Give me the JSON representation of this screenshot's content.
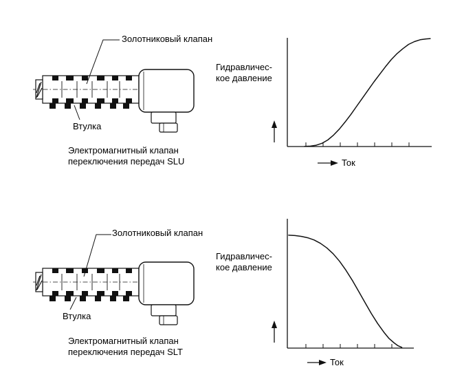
{
  "page": {
    "background": "#ffffff",
    "line_color": "#111111",
    "description": "Technical manual diagram of SLU and SLT shift solenoid valves with hydraulic pressure vs current graphs"
  },
  "texts": {
    "slu": {
      "spool_label": "Золотниковый клапан",
      "sleeve_label": "Втулка",
      "caption": "Электромагнитный клапан\nпереключения передач SLU",
      "ylabel": "Гидравличес-\nкое давление",
      "xlabel": "Ток"
    },
    "slt": {
      "spool_label": "Золотниковый клапан",
      "sleeve_label": "Втулка",
      "caption": "Электромагнитный клапан\nпереключения передач SLT",
      "ylabel": "Гидравличес-\nкое давление",
      "xlabel": "Ток"
    }
  },
  "chart_data": [
    {
      "type": "line",
      "name": "slu-pressure-vs-current",
      "title": "",
      "xlabel": "Ток",
      "ylabel": "Гидравлическое давление",
      "axis_ticks": "unlabeled tick marks on x-axis",
      "trend": "increasing S-curve: pressure rises with current",
      "x_range": [
        0,
        1
      ],
      "y_range": [
        0,
        1
      ],
      "points": [
        [
          0.12,
          0.002
        ],
        [
          0.16,
          0.004
        ],
        [
          0.2,
          0.012
        ],
        [
          0.24,
          0.03
        ],
        [
          0.28,
          0.06
        ],
        [
          0.32,
          0.105
        ],
        [
          0.36,
          0.16
        ],
        [
          0.4,
          0.225
        ],
        [
          0.44,
          0.295
        ],
        [
          0.48,
          0.37
        ],
        [
          0.52,
          0.445
        ],
        [
          0.56,
          0.52
        ],
        [
          0.6,
          0.595
        ],
        [
          0.64,
          0.665
        ],
        [
          0.68,
          0.735
        ],
        [
          0.72,
          0.8
        ],
        [
          0.76,
          0.855
        ],
        [
          0.8,
          0.9
        ],
        [
          0.84,
          0.94
        ],
        [
          0.88,
          0.965
        ],
        [
          0.92,
          0.982
        ],
        [
          0.96,
          0.99
        ],
        [
          0.99,
          0.993
        ]
      ]
    },
    {
      "type": "line",
      "name": "slt-pressure-vs-current",
      "title": "",
      "xlabel": "Ток",
      "ylabel": "Гидравлическое давление",
      "axis_ticks": "unlabeled tick marks on x-axis",
      "trend": "decreasing S-curve: pressure falls with current",
      "x_range": [
        0,
        1
      ],
      "y_range": [
        0,
        1
      ],
      "points": [
        [
          0.01,
          0.873
        ],
        [
          0.06,
          0.87
        ],
        [
          0.11,
          0.864
        ],
        [
          0.16,
          0.853
        ],
        [
          0.21,
          0.836
        ],
        [
          0.26,
          0.81
        ],
        [
          0.31,
          0.775
        ],
        [
          0.36,
          0.73
        ],
        [
          0.41,
          0.672
        ],
        [
          0.46,
          0.603
        ],
        [
          0.51,
          0.525
        ],
        [
          0.56,
          0.44
        ],
        [
          0.61,
          0.353
        ],
        [
          0.66,
          0.268
        ],
        [
          0.71,
          0.19
        ],
        [
          0.76,
          0.122
        ],
        [
          0.8,
          0.074
        ],
        [
          0.84,
          0.04
        ],
        [
          0.87,
          0.018
        ],
        [
          0.9,
          0.006
        ]
      ]
    }
  ]
}
